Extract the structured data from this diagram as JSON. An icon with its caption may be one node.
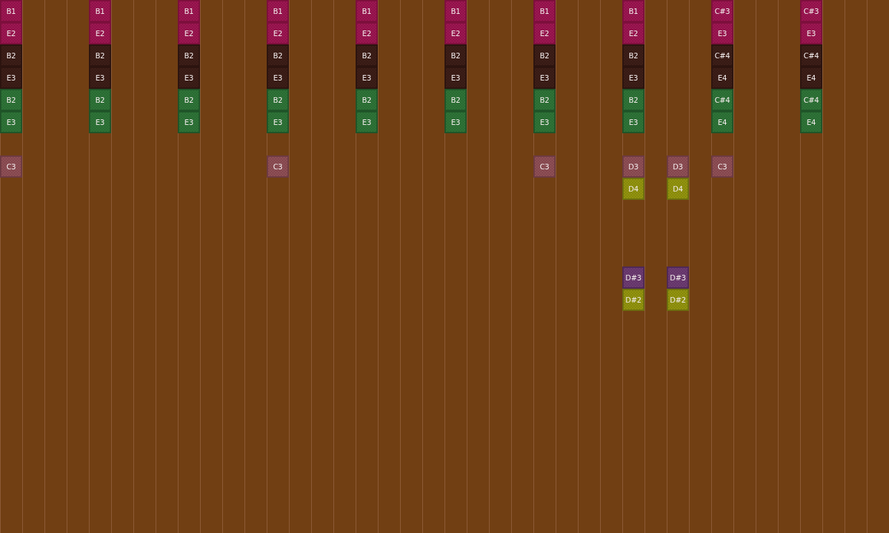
{
  "diagram": {
    "nodes": [
      {
        "text": [
          "B1"
        ]
      },
      {
        "text": [
          "B1"
        ]
      },
      {
        "text": [
          "B1"
        ]
      },
      {
        "text": [
          "B1"
        ]
      },
      {
        "text": [
          "B1"
        ]
      },
      {
        "text": [
          "B1"
        ]
      },
      {
        "text": [
          "B1"
        ]
      },
      {
        "text": [
          "B1"
        ]
      },
      {
        "text": [
          "C#3"
        ]
      },
      {
        "text": [
          "C#3"
        ]
      },
      {
        "text": [
          "E2"
        ]
      },
      {
        "text": [
          "E2"
        ]
      },
      {
        "text": [
          "E2"
        ]
      },
      {
        "text": [
          "E2"
        ]
      },
      {
        "text": [
          "E2"
        ]
      },
      {
        "text": [
          "E2"
        ]
      },
      {
        "text": [
          "E2"
        ]
      },
      {
        "text": [
          "E2"
        ]
      },
      {
        "text": [
          "E3"
        ]
      },
      {
        "text": [
          "E3"
        ]
      },
      {
        "text": [
          "B2"
        ]
      },
      {
        "text": [
          "B2"
        ]
      },
      {
        "text": [
          "B2"
        ]
      },
      {
        "text": [
          "B2"
        ]
      },
      {
        "text": [
          "B2"
        ]
      },
      {
        "text": [
          "B2"
        ]
      },
      {
        "text": [
          "B2"
        ]
      },
      {
        "text": [
          "B2"
        ]
      },
      {
        "text": [
          "C#4"
        ]
      },
      {
        "text": [
          "C#4"
        ]
      },
      {
        "text": [
          "E3"
        ]
      },
      {
        "text": [
          "E3"
        ]
      },
      {
        "text": [
          "E3"
        ]
      },
      {
        "text": [
          "E3"
        ]
      },
      {
        "text": [
          "E3"
        ]
      },
      {
        "text": [
          "E3"
        ]
      },
      {
        "text": [
          "E3"
        ]
      },
      {
        "text": [
          "E3"
        ]
      },
      {
        "text": [
          "E4"
        ]
      },
      {
        "text": [
          "E4"
        ]
      },
      {
        "text": [
          "B2"
        ]
      },
      {
        "text": [
          "B2"
        ]
      },
      {
        "text": [
          "B2"
        ]
      },
      {
        "text": [
          "B2"
        ]
      },
      {
        "text": [
          "B2"
        ]
      },
      {
        "text": [
          "B2"
        ]
      },
      {
        "text": [
          "B2"
        ]
      },
      {
        "text": [
          "B2"
        ]
      },
      {
        "text": [
          "C#4"
        ]
      },
      {
        "text": [
          "C#4"
        ]
      },
      {
        "text": [
          "E3"
        ]
      },
      {
        "text": [
          "E3"
        ]
      },
      {
        "text": [
          "E3"
        ]
      },
      {
        "text": [
          "E3"
        ]
      },
      {
        "text": [
          "E3"
        ]
      },
      {
        "text": [
          "E3"
        ]
      },
      {
        "text": [
          "E3"
        ]
      },
      {
        "text": [
          "E3"
        ]
      },
      {
        "text": [
          "E4"
        ]
      },
      {
        "text": [
          "E4"
        ]
      },
      {
        "text": [
          "C3"
        ]
      },
      {
        "text": [
          "C3"
        ]
      },
      {
        "text": [
          "C3"
        ]
      },
      {
        "text": [
          "D3"
        ]
      },
      {
        "text": [
          "D3"
        ]
      },
      {
        "text": [
          "C3"
        ]
      },
      {
        "text": [
          "D4"
        ]
      },
      {
        "text": [
          "D4"
        ]
      },
      {
        "text": [
          "D#3"
        ]
      },
      {
        "text": [
          "D#3"
        ]
      },
      {
        "text": [
          "D#2"
        ]
      },
      {
        "text": [
          "D#2"
        ]
      }
    ]
  }
}
